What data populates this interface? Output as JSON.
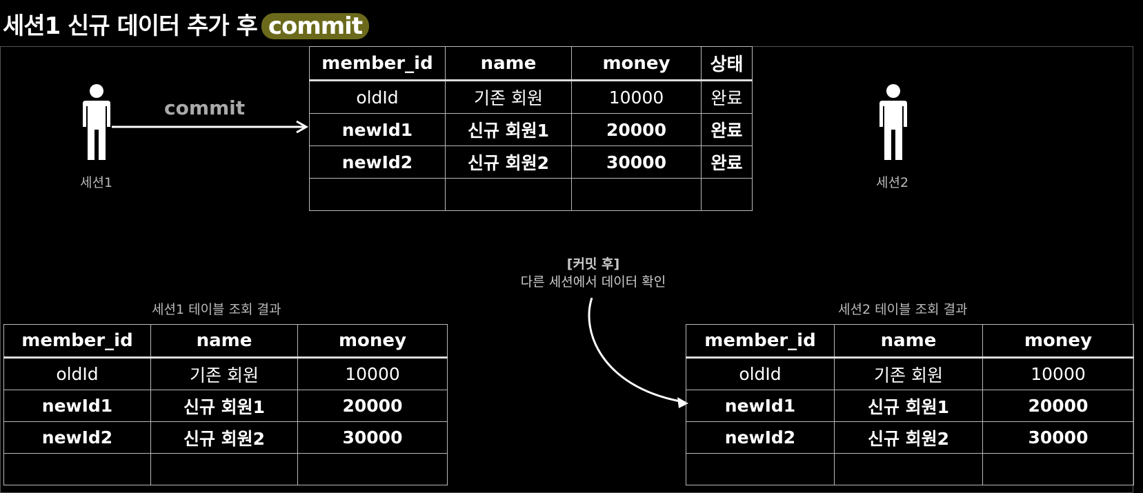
{
  "title": {
    "text": "세션1 신규 데이터 추가 후",
    "highlight": "commit"
  },
  "commit_arrow_label": "commit",
  "note": {
    "title": "[커밋 후]",
    "body": "다른 세션에서 데이터 확인"
  },
  "session1": {
    "label": "세션1",
    "caption": "세션1 테이블 조회 결과"
  },
  "session2": {
    "label": "세션2",
    "caption": "세션2 테이블 조회 결과"
  },
  "main_table": {
    "headers": [
      "member_id",
      "name",
      "money",
      "상태"
    ],
    "rows": [
      [
        "oldId",
        "기존 회원",
        "10000",
        "완료"
      ],
      [
        "newId1",
        "신규 회원1",
        "20000",
        "완료"
      ],
      [
        "newId2",
        "신규 회원2",
        "30000",
        "완료"
      ],
      [
        "",
        "",
        "",
        ""
      ]
    ]
  },
  "session1_table": {
    "headers": [
      "member_id",
      "name",
      "money"
    ],
    "rows": [
      [
        "oldId",
        "기존 회원",
        "10000"
      ],
      [
        "newId1",
        "신규 회원1",
        "20000"
      ],
      [
        "newId2",
        "신규 회원2",
        "30000"
      ],
      [
        "",
        "",
        ""
      ]
    ]
  },
  "session2_table": {
    "headers": [
      "member_id",
      "name",
      "money"
    ],
    "rows": [
      [
        "oldId",
        "기존 회원",
        "10000"
      ],
      [
        "newId1",
        "신규 회원1",
        "20000"
      ],
      [
        "newId2",
        "신규 회원2",
        "30000"
      ],
      [
        "",
        "",
        ""
      ]
    ]
  }
}
